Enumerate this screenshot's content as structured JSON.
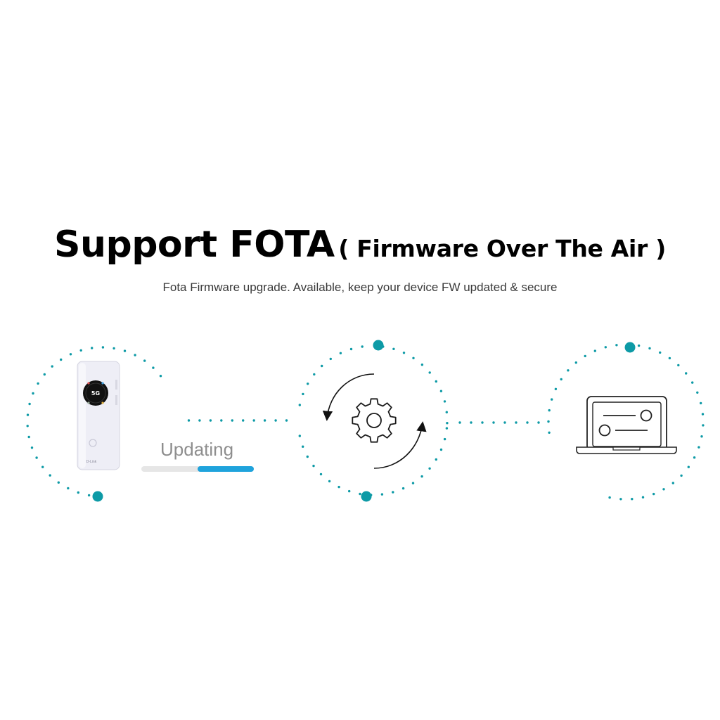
{
  "header": {
    "title_main": "Support FOTA",
    "title_paren": "( Firmware Over The Air )",
    "subtitle": "Fota Firmware upgrade. Available, keep your device FW updated & secure"
  },
  "status": {
    "label": "Updating",
    "progress": 0.5
  },
  "device": {
    "network_badge": "5G",
    "brand": "D-Link"
  },
  "colors": {
    "dot_accent": "#0d9aa6",
    "progress_fill": "#1fa3dc",
    "progress_track": "#e6e6e6",
    "ink": "#1a1a1a"
  },
  "icons": {
    "device": "mobile-router-icon",
    "sync": "gear-sync-icon",
    "laptop": "laptop-icon"
  }
}
